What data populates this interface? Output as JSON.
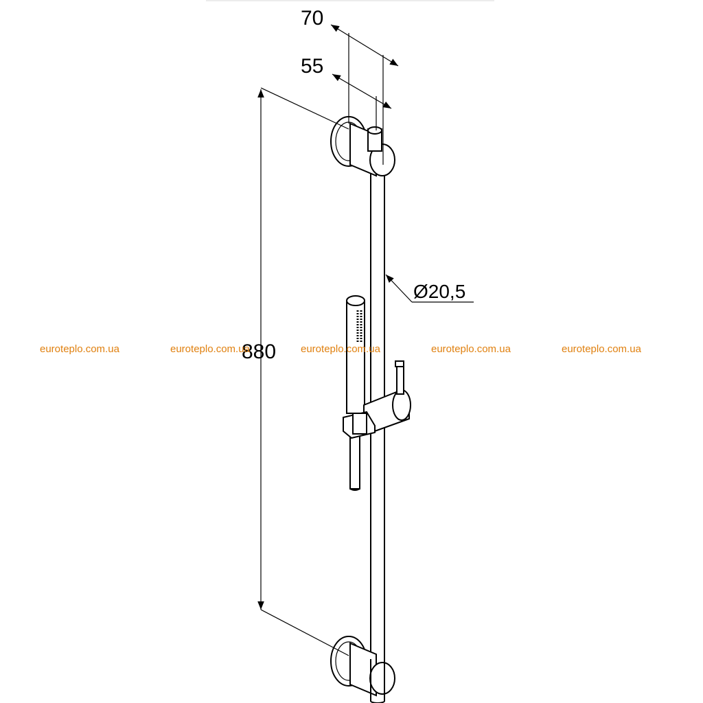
{
  "dimensions": {
    "width_outer": "70",
    "width_inner": "55",
    "diameter": "Ø20,5",
    "height": "880"
  },
  "watermark": {
    "text": "euroteplo.com.ua",
    "count": 5,
    "color": "#e0800f"
  }
}
